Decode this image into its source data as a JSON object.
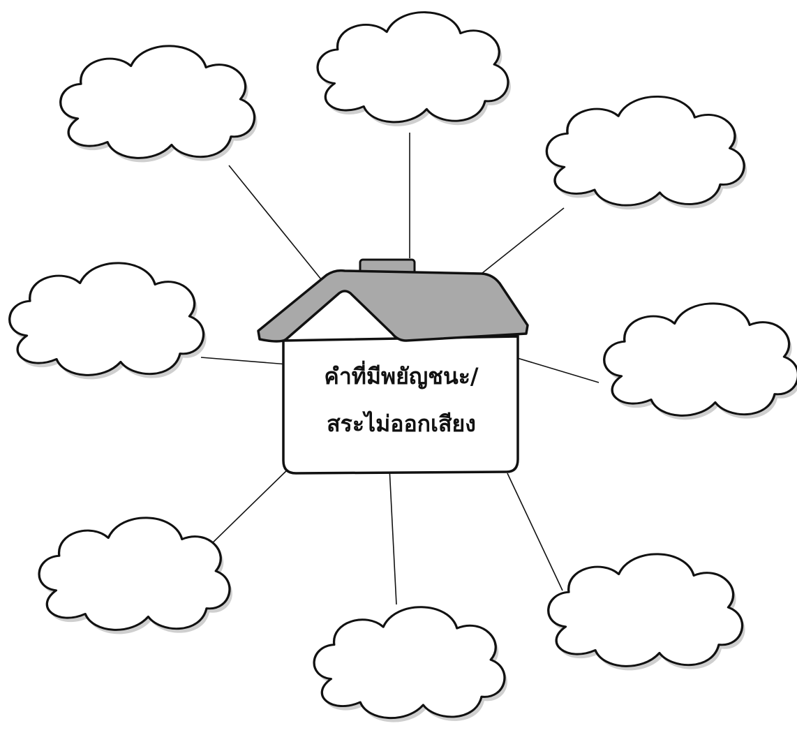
{
  "center_node": {
    "label_line1": "คำที่มีพยัญชนะ/",
    "label_line2": "สระไม่ออกเสียง",
    "icon": "house-icon"
  },
  "answer_clouds": [
    {
      "id": "top-left",
      "text": ""
    },
    {
      "id": "top",
      "text": ""
    },
    {
      "id": "top-right",
      "text": ""
    },
    {
      "id": "middle-left",
      "text": ""
    },
    {
      "id": "middle-right",
      "text": ""
    },
    {
      "id": "bottom-left",
      "text": ""
    },
    {
      "id": "bottom",
      "text": ""
    },
    {
      "id": "bottom-right",
      "text": ""
    }
  ],
  "colors": {
    "roof": "#a9a9a9",
    "outline": "#111111",
    "background": "#ffffff"
  }
}
